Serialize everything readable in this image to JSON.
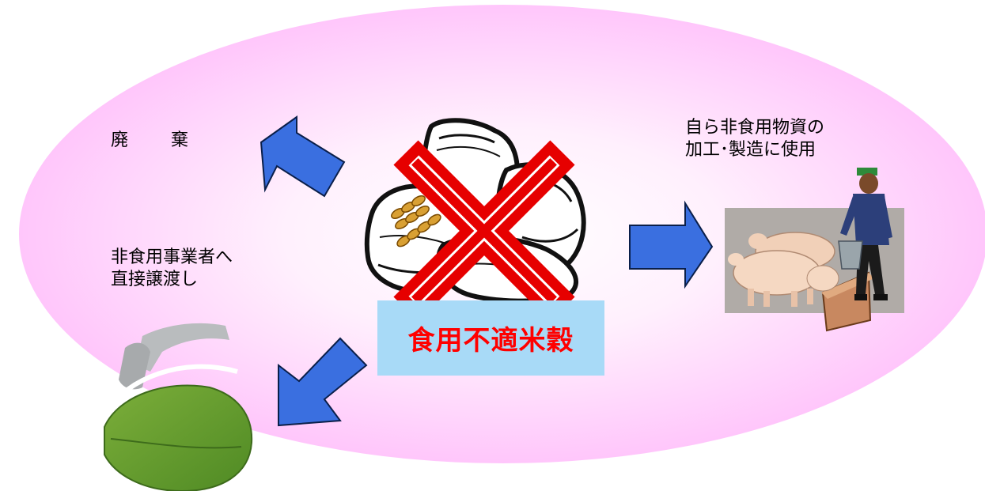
{
  "labels": {
    "disposal": "廃　棄",
    "direct_transfer": "非食用事業者へ\n直接譲渡し",
    "self_use": "自ら非食用物資の\n加工･製造に使用",
    "center": "食用不適米穀"
  },
  "colors": {
    "arrow_fill": "#3a6fe0",
    "cross_outer": "#e60000",
    "center_box": "#a8daf7",
    "center_text": "#ff0000",
    "ellipse_outer": "#ffc8ff",
    "ellipse_inner": "#ffffff"
  },
  "icons": {
    "rice-bags": "rice-bags-icon",
    "prohibited-cross": "cross-icon",
    "pigs-and-farmer": "pigs-farmer-icon",
    "biofuel-leaf": "biofuel-leaf-icon"
  }
}
